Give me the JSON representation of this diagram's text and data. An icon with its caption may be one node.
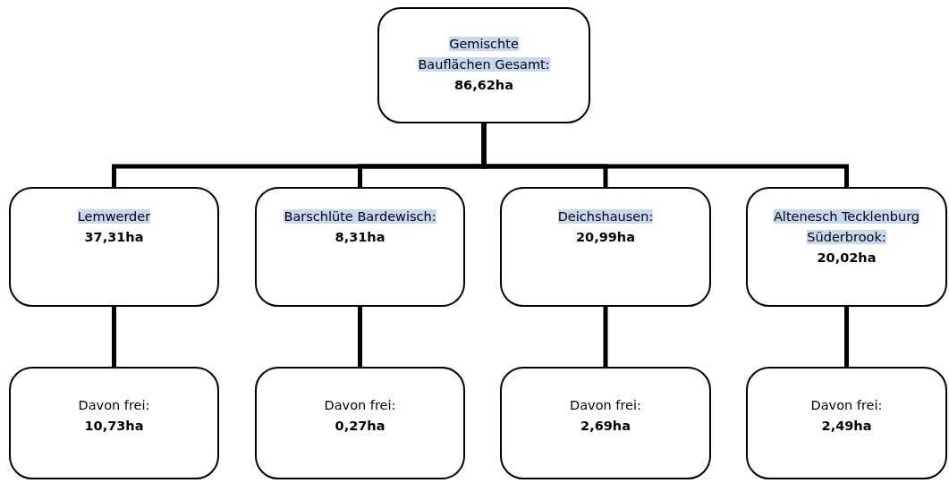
{
  "diagram": {
    "nodes": [
      {
        "text": [
          "Gemischte Bauflächen Gesamt:",
          "86,62ha"
        ]
      },
      {
        "text": [
          "Lemwerder",
          "37,31ha"
        ]
      },
      {
        "text": [
          "Barschlüte Bardewisch:",
          "8,31ha"
        ]
      },
      {
        "text": [
          "Deichshausen:",
          "20,99ha"
        ]
      },
      {
        "text": [
          "Altenesch Tecklenburg Süderbrook:",
          "20,02ha"
        ]
      },
      {
        "text": [
          "Davon frei:",
          "10,73ha"
        ]
      },
      {
        "text": [
          "Davon frei:",
          "0,27ha"
        ]
      },
      {
        "text": [
          "Davon frei:",
          "2,69ha"
        ]
      },
      {
        "text": [
          "Davon frei:",
          "2,49ha"
        ]
      }
    ],
    "edges": [
      {
        "from": 0,
        "to": 1,
        "arrow": "none"
      },
      {
        "from": 0,
        "to": 2,
        "arrow": "none"
      },
      {
        "from": 0,
        "to": 3,
        "arrow": "none"
      },
      {
        "from": 0,
        "to": 4,
        "arrow": "none"
      },
      {
        "from": 1,
        "to": 5,
        "arrow": "none"
      },
      {
        "from": 2,
        "to": 6,
        "arrow": "none"
      },
      {
        "from": 3,
        "to": 7,
        "arrow": "none"
      },
      {
        "from": 4,
        "to": 8,
        "arrow": "none"
      }
    ]
  }
}
